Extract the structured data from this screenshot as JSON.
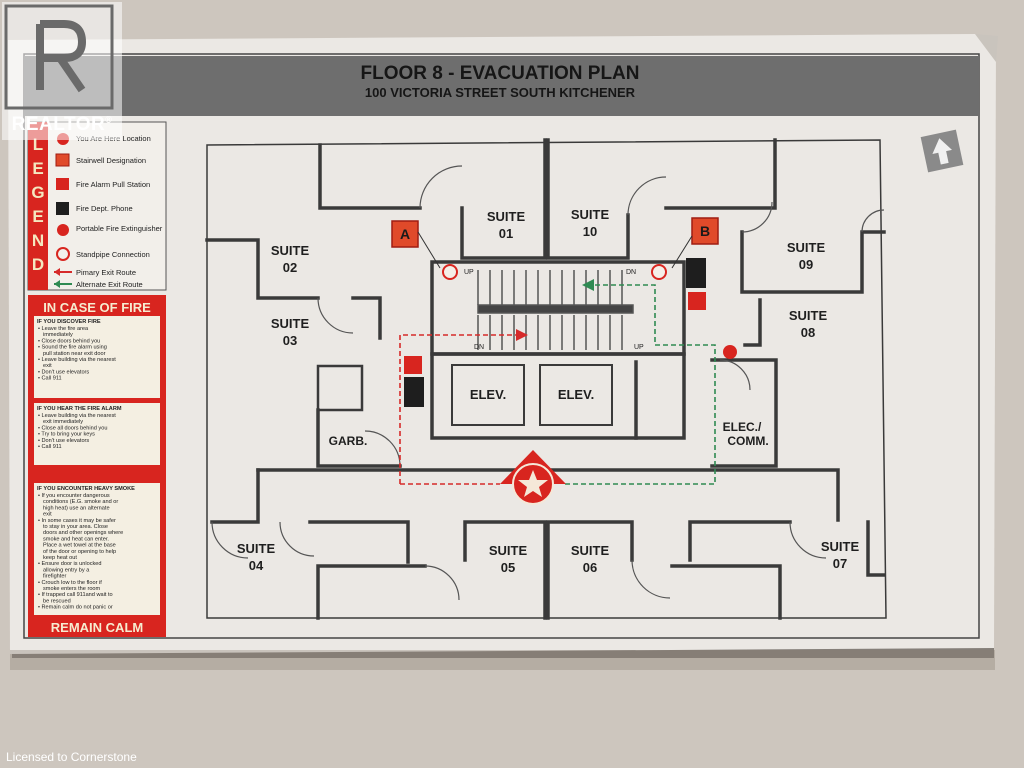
{
  "sign": {
    "title": "FLOOR 8 -  EVACUATION PLAN",
    "address": "100 VICTORIA STREET SOUTH KITCHENER"
  },
  "legend": {
    "vertical_label": [
      "L",
      "E",
      "G",
      "E",
      "N",
      "D"
    ],
    "items": [
      {
        "icon": "star-icon",
        "label": "You Are Here Location"
      },
      {
        "icon": "stairwell-icon",
        "label": "Stairwell Designation"
      },
      {
        "icon": "fire-alarm-icon",
        "label": "Fire Alarm Pull Station"
      },
      {
        "icon": "phone-icon",
        "label": "Fire Dept. Phone"
      },
      {
        "icon": "extinguisher-icon",
        "label": "Portable Fire Extinguisher"
      },
      {
        "icon": "standpipe-icon",
        "label": "Standpipe Connection"
      },
      {
        "icon": "primary-arrow-icon",
        "label": "Pimary Exit Route"
      },
      {
        "icon": "alternate-arrow-icon",
        "label": "Alternate Exit Route"
      }
    ]
  },
  "fire_panel": {
    "heading": "IN CASE OF FIRE",
    "section1_title": "IF YOU DISCOVER FIRE",
    "section1_items": [
      "Leave the fire area immediately",
      "Close doors behind you",
      "Sound the fire alarm using pull station near exit door",
      "Leave building via the nearest exit",
      "Don't use elevators",
      "Call 911"
    ],
    "section2_title": "IF YOU HEAR THE FIRE ALARM",
    "section2_items": [
      "Leave building via the nearest exit immediately",
      "Close all doors behind you",
      "Try to bring your keys",
      "Don't use elevators",
      "Call 911"
    ],
    "section3_title": "IF YOU ENCOUNTER HEAVY SMOKE",
    "section3_items": [
      "If you encounter dangerous conditions (E.G. smoke and or high heat) use an alternate exit",
      "In some cases it may be safer to stay in your area. Close doors and other openings where smoke and heat can enter. Place a wet towel at the base of the door or opening to help keep heat out",
      "Ensure door is unlocked allowing entry by a firefighter",
      "Crouch low to the floor if smoke enters the room",
      "If trapped call 911and wait to be rescued",
      "Remain calm do not panic or jump"
    ],
    "footer": "REMAIN CALM"
  },
  "plan": {
    "suite_label": "SUITE",
    "suites": {
      "s01": "01",
      "s02": "02",
      "s03": "03",
      "s04": "04",
      "s05": "05",
      "s06": "06",
      "s07": "07",
      "s08": "08",
      "s09": "09",
      "s10": "10"
    },
    "elev": "ELEV.",
    "garb": "GARB.",
    "elec1": "ELEC./",
    "elec2": "COMM.",
    "stair_a": "A",
    "stair_b": "B",
    "up": "UP",
    "dn": "DN"
  },
  "overlay": {
    "watermark": "REALTOR",
    "watermark_mark": "®",
    "licensed": "Licensed to Cornerstone"
  },
  "colors": {
    "wall": "#3a3a3a",
    "red": "#d8251f",
    "header": "#6e6e6e",
    "primary_route": "#d62a2a",
    "alternate_route": "#2f8a52"
  }
}
